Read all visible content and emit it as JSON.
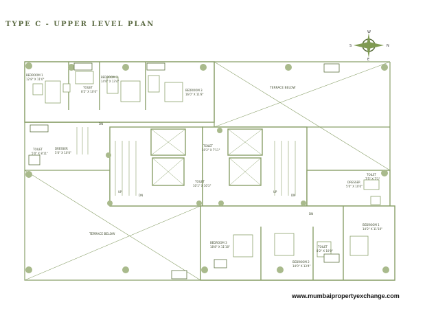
{
  "title": "TYPE C - UPPER LEVEL PLAN",
  "compass": {
    "n": "N",
    "s": "S",
    "e": "E",
    "w": "W"
  },
  "colors": {
    "wall": "#8aa06a",
    "wall_dark": "#5c7040",
    "fill": "#c9d6ae",
    "column": "#a9ba8c",
    "text": "#3f4a2e"
  },
  "rooms": {
    "bedroom1_top": {
      "name": "BEDROOM 1",
      "size": "12'8\" X 11'0\""
    },
    "bedroom2_top": {
      "name": "BEDROOM 2",
      "size": "14'0\" X 13'4\""
    },
    "bedroom3_top": {
      "name": "BEDROOM 3",
      "size": "16'0\" X 11'8\""
    },
    "toilet_top_center": {
      "name": "TOILET",
      "size": "8'2\" X 10'0\""
    },
    "toilet_top_left": {
      "name": "TOILET",
      "size": "5'0\" X 8'11\""
    },
    "dresser_top_left": {
      "name": "DRESSER",
      "size": "5'0\" X 10'0\""
    },
    "toilet_mid_right": {
      "name": "TOILET",
      "size": "10'2\" X 7'11\""
    },
    "toilet_mid_left": {
      "name": "TOILET",
      "size": "10'1\" X 10'3\""
    },
    "toilet_right_top": {
      "name": "TOILET",
      "size": "7'5\" X 7'1\""
    },
    "dresser_right": {
      "name": "DRESSER",
      "size": "5'0\" X 10'0\""
    },
    "bedroom1_bottom": {
      "name": "BEDROOM 1",
      "size": "14'2\" X 11'10\""
    },
    "bedroom2_bottom": {
      "name": "BEDROOM 2",
      "size": "14'0\" X 13'4\""
    },
    "bedroom3_bottom": {
      "name": "BEDROOM 3",
      "size": "18'8\" X 11'10\""
    },
    "toilet_bottom": {
      "name": "TOILET",
      "size": "8'2\" X 10'0\""
    }
  },
  "terrace_top": "TERRACE BELOW",
  "terrace_bottom": "TERRACE BELOW",
  "dn_labels": [
    "DN",
    "DN",
    "DN",
    "DN"
  ],
  "up_labels": [
    "UP",
    "UP"
  ],
  "website": "www.mumbaipropertyexchange.com"
}
